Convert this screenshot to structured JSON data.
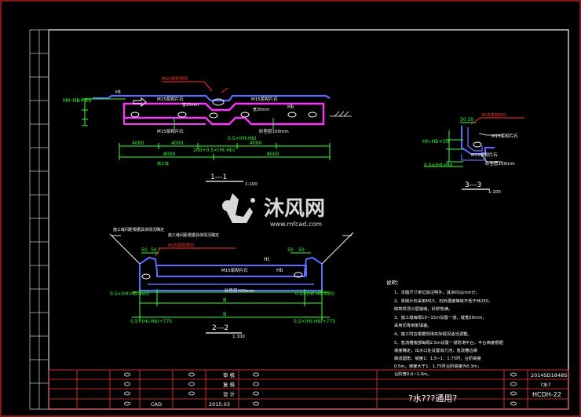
{
  "drawing": {
    "section_1": {
      "title": "1---1",
      "scale": "1:100",
      "labels": {
        "hh_left": "Hh-Hb+50",
        "ht": "Ht",
        "hb": "Hb",
        "m15_top": "M15浆砌块石",
        "m15_a": "M15浆砌片石",
        "m15_b": "M15浆砌片石",
        "m15_thick": "M15浆砌片石",
        "bed": "砂垫层100mm",
        "gap1": "宽20mm",
        "gap2": "宽20mm",
        "offset": "0.5×(Ht-Hb)"
      },
      "dims": [
        "4000",
        "4000",
        "4000",
        "8000",
        "8000"
      ],
      "dims2": [
        "200+0.5×(Ht-Hb)"
      ],
      "bottom_label": "施工缝"
    },
    "section_2": {
      "title": "2---2",
      "scale": "1:100",
      "labels": {
        "note_left": "施工缝间距根据具体情况确定",
        "note_right": "施工缝间距根据具体情况确定",
        "m15_top": "M15浆砌块石",
        "m15_mid": "M15浆砌片石",
        "bed": "砂垫层100mm",
        "ht": "Ht",
        "hb": "Hb",
        "left_dim": "0.5×(Ht-Hb-450)",
        "right_dim": "0.5×(Ht-Hb-450)",
        "b": "B",
        "bottom_left": "0.5×(Ht-Hb)+775",
        "bottom_right": "0.5×(Ht-Hb)+775",
        "top_dims": [
          "50",
          "50",
          "50",
          "50"
        ]
      }
    },
    "section_3": {
      "title": "3---3",
      "scale": "1:100",
      "labels": {
        "hh": "Hh-Hb+50",
        "m15_top": "M15浆砌块石",
        "m15_a": "M15浆砌片石",
        "m15_b": "M15浆砌片石",
        "bed": "砂垫层100mm",
        "offset": "0.5×(Ht-Hb)",
        "top": "50  30"
      }
    },
    "notes": {
      "heading": "说明：",
      "lines": [
        "1、本图尺寸单位除注明外，其余均以mm计。",
        "2、浆砌片石采用M15，石料强度等级不低于MU30，",
        "   砌筑时须分层错缝，砂浆饱满。",
        "3、施工缝每隔10~15m设置一道，缝宽20mm，",
        "   采用沥青麻絮填塞。",
        "4、施工时应根据现场实际情况适当调整。",
        "5、急流槽底部每隔2.5m设置一道防滑平台，平台高度根据",
        "   坡度确定，出水口处设置消力池，急流槽边缘",
        "   做成圆角，坡度1：1.5~1：1.75时，台阶高度",
        "   0.5m，坡度大于1：1.75时台阶高度为0.3m，",
        "   台阶宽0.6~1.0m。"
      ]
    },
    "title_block": {
      "rows": [
        [
          "",
          "",
          "",
          "",
          "审 核",
          ""
        ],
        [
          "",
          "",
          "",
          "",
          "复 核",
          ""
        ],
        [
          "",
          "",
          "",
          "",
          "设 计",
          ""
        ],
        [
          "",
          "",
          "",
          "CAD",
          "2015.03",
          ""
        ]
      ],
      "drawing_no": "2014SD1848S",
      "drawing_name_small": "?水?",
      "title": "?水???通用?",
      "code": "HCDH-22"
    },
    "watermark": {
      "brand": "沐风网",
      "url": "www.mfcad.com"
    }
  }
}
